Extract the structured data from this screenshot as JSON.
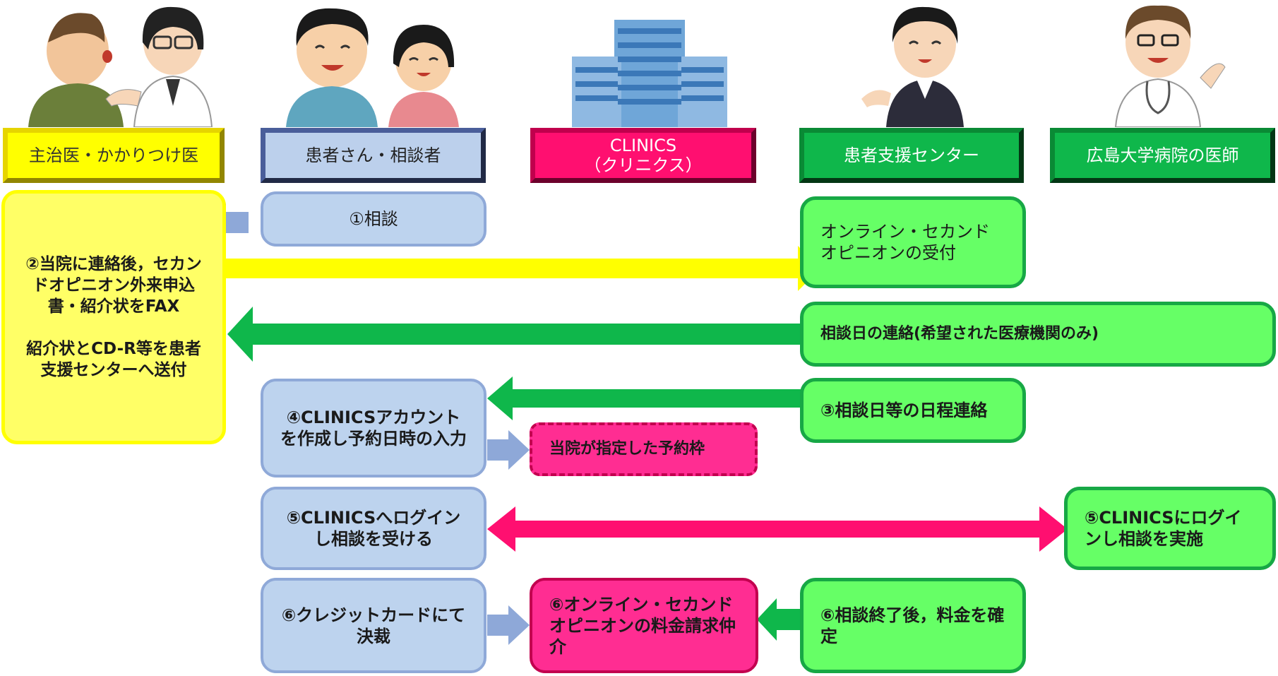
{
  "headers": {
    "doctor": "主治医・かかりつけ医",
    "patient": "患者さん・相談者",
    "clinics": "CLINICS\n（クリニクス）",
    "support": "患者支援センター",
    "hospital": "広島大学病院の医師"
  },
  "boxes": {
    "step1": "①相談",
    "step2": "②当院に連絡後，セカンドオピニオン外来申込書・紹介状をFAX\n\n紹介状とCD-R等を患者支援センターへ送付",
    "reception": "オンライン・セカンドオピニオンの受付",
    "contact_date": "相談日の連絡(希望された医療機関のみ)",
    "step3": "③相談日等の日程連絡",
    "step4": "④CLINICSアカウントを作成し予約日時の入力",
    "slot": "当院が指定した予約枠",
    "step5_patient": "⑤CLINICSへログインし相談を受ける",
    "step5_doctor": "⑤CLINICSにログインし相談を実施",
    "step6_patient": "⑥クレジットカードにて決裁",
    "step6_clinics": "⑥オンライン・セカンドオピニオンの料金請求仲介",
    "step6_support": "⑥相談終了後，料金を確定"
  },
  "colors": {
    "yellow": "#ffff00",
    "blue": "#bdd3ee",
    "pink": "#ff0f70",
    "green": "#0fb74b",
    "light_green": "#66ff66"
  }
}
